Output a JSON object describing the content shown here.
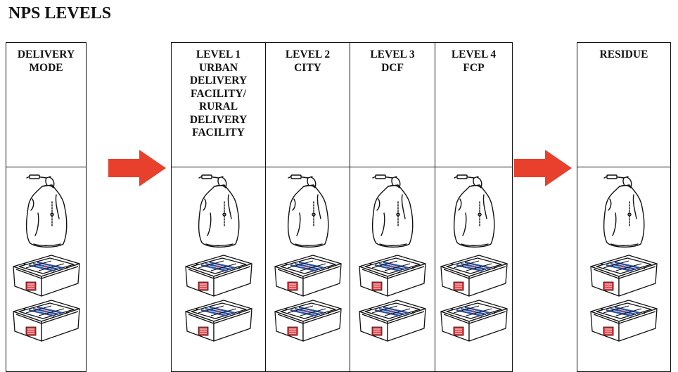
{
  "title": "NPS LEVELS",
  "groups": [
    {
      "id": "delivery",
      "columns": [
        {
          "id": "delivery-mode",
          "lines": [
            "DELIVERY",
            "MODE"
          ],
          "items": [
            "sack",
            "tray",
            "tray"
          ]
        }
      ]
    },
    {
      "id": "levels",
      "columns": [
        {
          "id": "level-1",
          "lines": [
            "LEVEL 1",
            "URBAN",
            "DELIVERY",
            "FACILITY/",
            "RURAL",
            "DELIVERY",
            "FACILITY"
          ],
          "items": [
            "sack",
            "tray",
            "tray"
          ]
        },
        {
          "id": "level-2",
          "lines": [
            "LEVEL 2",
            "CITY"
          ],
          "items": [
            "sack",
            "tray",
            "tray"
          ]
        },
        {
          "id": "level-3",
          "lines": [
            "LEVEL 3",
            "DCF"
          ],
          "items": [
            "sack",
            "tray",
            "tray"
          ]
        },
        {
          "id": "level-4",
          "lines": [
            "LEVEL 4",
            "FCP"
          ],
          "items": [
            "sack",
            "tray",
            "tray"
          ]
        }
      ]
    },
    {
      "id": "residue",
      "columns": [
        {
          "id": "residue",
          "lines": [
            "RESIDUE"
          ],
          "items": [
            "sack",
            "tray",
            "tray"
          ]
        }
      ]
    }
  ],
  "colors": {
    "arrow": "#e8402c",
    "tray_label": "#d9373c",
    "tray_bands": "#2a4fa3",
    "line": "#111111"
  },
  "icons": {
    "sack": "mail-sack-icon",
    "tray": "mail-tray-icon",
    "arrow": "right-arrow-icon"
  }
}
